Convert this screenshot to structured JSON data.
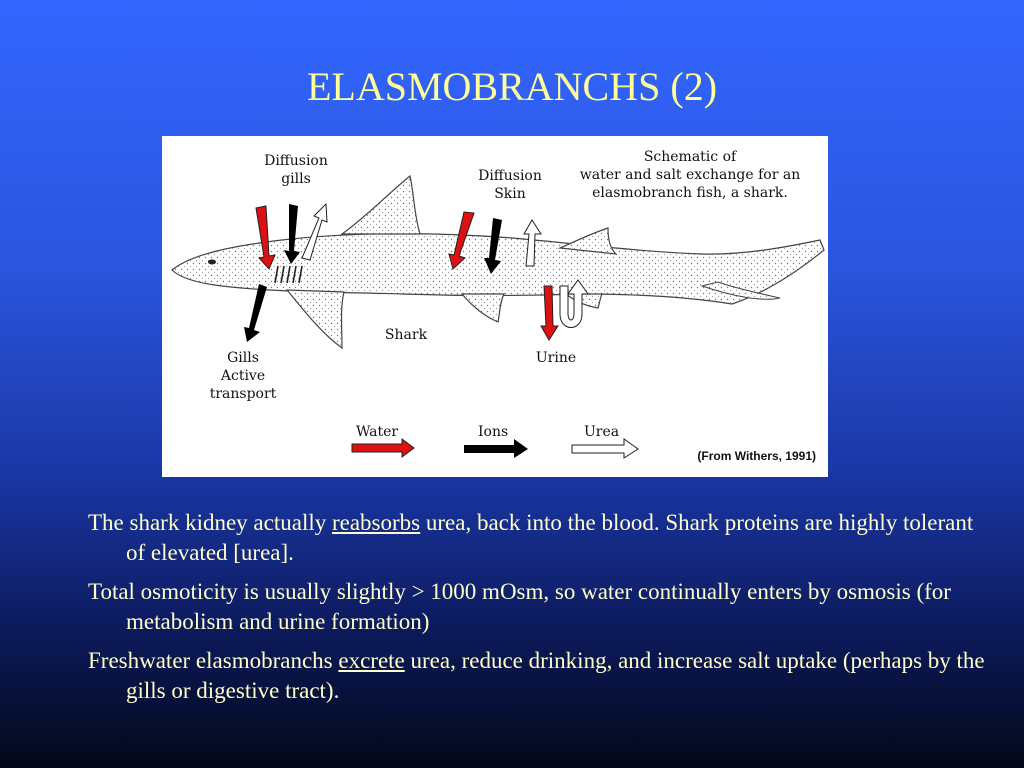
{
  "slide": {
    "title": "ELASMOBRANCHS (2)"
  },
  "colors": {
    "title": "#ffff99",
    "body_text": "#ffffcc",
    "water_arrow": "#dd1111",
    "ion_arrow": "#000000",
    "urea_arrow": "#ffffff"
  },
  "figure": {
    "caption": "Schematic of\nwater and salt exchange for an\nelasmobranch fish, a shark.",
    "labels": {
      "diffusion_gills": "Diffusion\ngills",
      "diffusion_skin": "Diffusion\nSkin",
      "shark": "Shark",
      "urine": "Urine",
      "gills_active_transport": "Gills\nActive\ntransport"
    },
    "legend": [
      {
        "label": "Water",
        "icon": "red-arrow-icon"
      },
      {
        "label": "Ions",
        "icon": "black-arrow-icon"
      },
      {
        "label": "Urea",
        "icon": "white-arrow-icon"
      }
    ],
    "credit": "(From Withers, 1991)"
  },
  "bullets": [
    {
      "pre": "The shark kidney actually ",
      "emph": "reabsorbs",
      "post": " urea, back into the blood. Shark proteins are highly tolerant of elevated [urea]."
    },
    {
      "pre": "Total osmoticity is usually slightly > 1000 mOsm, so water continually enters by osmosis (for metabolism and urine formation)",
      "emph": "",
      "post": ""
    },
    {
      "pre": "Freshwater elasmobranchs ",
      "emph": "excrete",
      "post": " urea, reduce drinking, and increase salt uptake (perhaps by the gills or digestive tract)."
    }
  ]
}
